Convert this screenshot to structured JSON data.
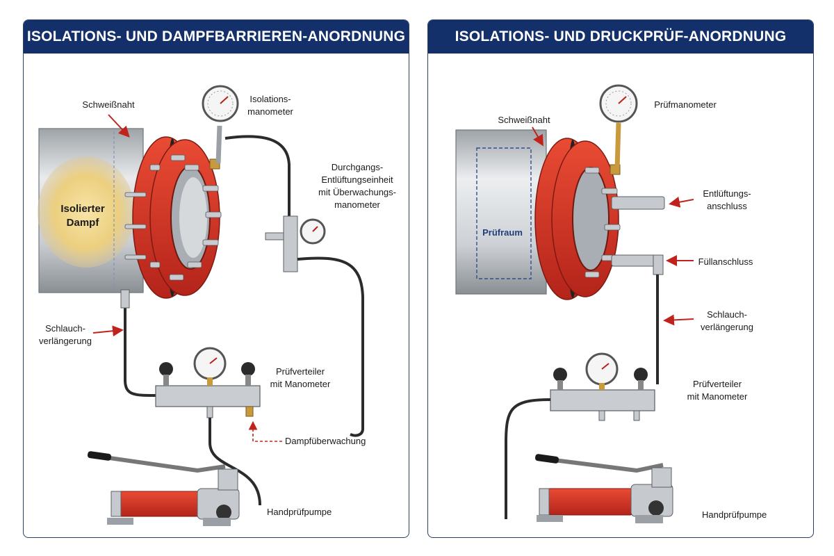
{
  "left": {
    "title": "ISOLATIONS- UND DAMPFBARRIEREN-ANORDNUNG",
    "weld_label": "Schweißnaht",
    "isolated_label_1": "Isolierter",
    "isolated_label_2": "Dampf",
    "iso_gauge_1": "Isolations-",
    "iso_gauge_2": "manometer",
    "vent_1": "Durchgangs-",
    "vent_2": "Entlüftungseinheit",
    "vent_3": "mit Überwachungs-",
    "vent_4": "manometer",
    "hose_1": "Schlauch-",
    "hose_2": "verlängerung",
    "manifold_1": "Prüfverteiler",
    "manifold_2": "mit Manometer",
    "steam_monitor": "Dampfüberwachung",
    "pump": "Handprüfpumpe"
  },
  "right": {
    "title": "ISOLATIONS- UND DRUCKPRÜF-ANORDNUNG",
    "weld_label": "Schweißnaht",
    "test_space": "Prüfraum",
    "test_gauge": "Prüfmanometer",
    "vent_1": "Entlüftungs-",
    "vent_2": "anschluss",
    "fill": "Füllanschluss",
    "hose_1": "Schlauch-",
    "hose_2": "verlängerung",
    "manifold_1": "Prüfverteiler",
    "manifold_2": "mit Manometer",
    "pump": "Handprüfpumpe"
  }
}
